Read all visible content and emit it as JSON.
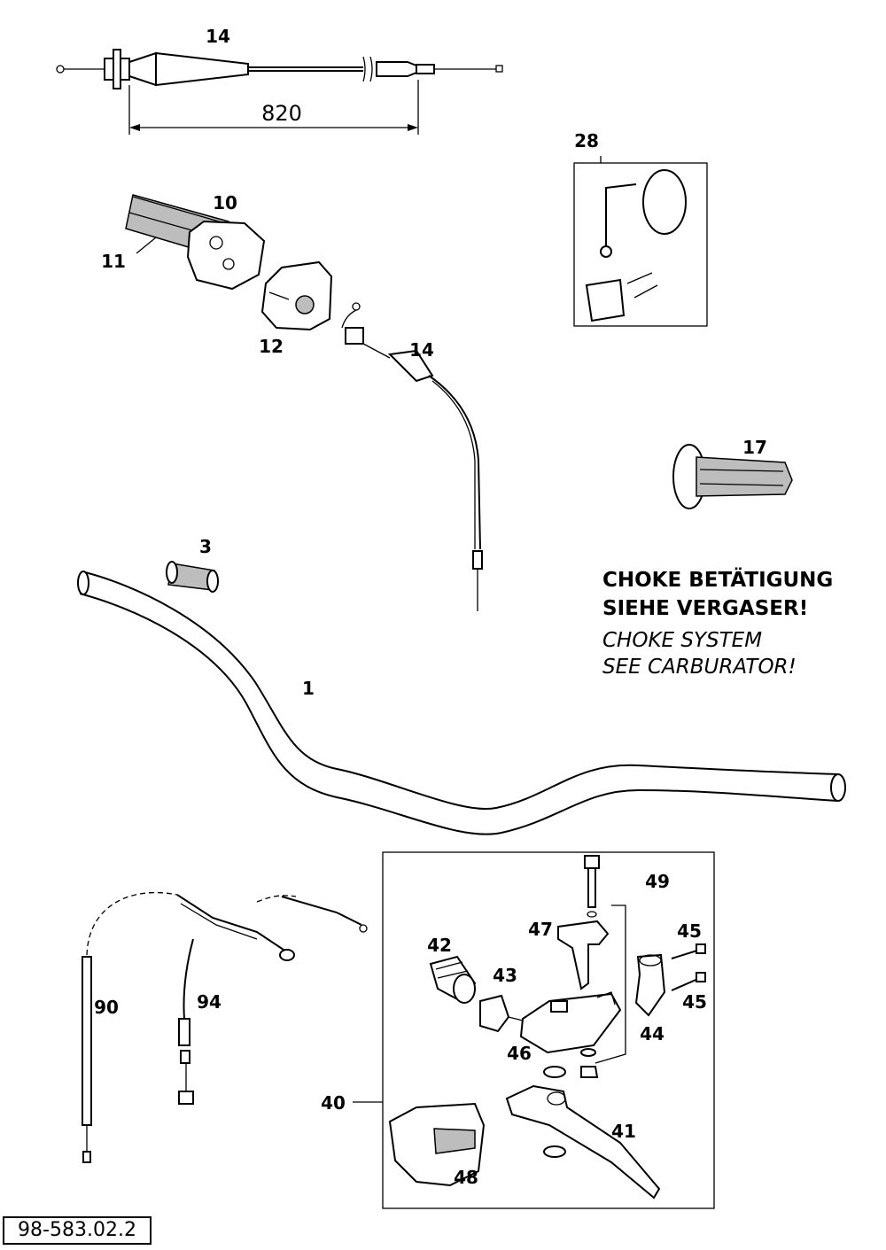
{
  "labels": {
    "p1": "1",
    "p3": "3",
    "p10": "10",
    "p11": "11",
    "p12": "12",
    "p14_top": "14",
    "p14_mid": "14",
    "p17": "17",
    "p28": "28",
    "p40": "40",
    "p41": "41",
    "p42": "42",
    "p43": "43",
    "p44": "44",
    "p45_a": "45",
    "p45_b": "45",
    "p46": "46",
    "p47": "47",
    "p48": "48",
    "p49": "49",
    "p90": "90",
    "p94": "94"
  },
  "dimension": "820",
  "note": {
    "de_line1": "CHOKE BETÄTIGUNG",
    "de_line2": "SIEHE VERGASER!",
    "en_line1": "CHOKE SYSTEM",
    "en_line2": "SEE CARBURATOR!"
  },
  "doc_number": "98-583.02.2"
}
